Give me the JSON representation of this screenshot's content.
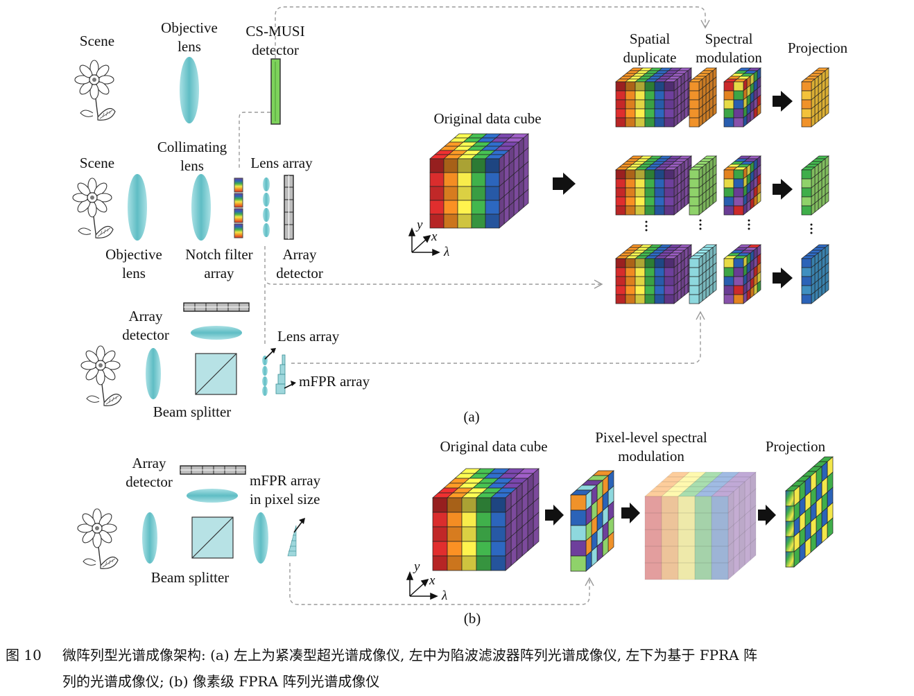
{
  "colors": {
    "rainbow": [
      "#d62c2c",
      "#ef8a22",
      "#f3e74a",
      "#3fae4a",
      "#2b63b8",
      "#6e3f9c",
      "#8f55b3"
    ],
    "lens": "#7cc9cf",
    "detector_green": "#7ed35c",
    "arrow": "#111111",
    "dash": "#9a9a9a",
    "cube_orange": "#f0922a",
    "cube_green": "#8fd26a",
    "cube_cyan": "#8ed8de"
  },
  "panel_a": {
    "top_row": {
      "scene": "Scene",
      "objective_lens": [
        "Objective",
        "lens"
      ],
      "detector": [
        "CS-MUSI",
        "detector"
      ]
    },
    "middle_row": {
      "scene": "Scene",
      "collimating_lens": [
        "Collimating",
        "lens"
      ],
      "lens_array": "Lens array",
      "objective_lens": [
        "Objective",
        "lens"
      ],
      "notch_filter": [
        "Notch filter",
        "array"
      ],
      "array_detector": [
        "Array",
        "detector"
      ]
    },
    "bottom_row": {
      "array_detector": [
        "Array",
        "detector"
      ],
      "lens_array": "Lens array",
      "mfpr_array": "mFPR array",
      "beam_splitter": "Beam splitter"
    },
    "cube_title": "Original data cube",
    "axes": {
      "y": "y",
      "x": "x",
      "lambda": "λ"
    },
    "headers": {
      "spatial": [
        "Spatial",
        "duplicate"
      ],
      "spectral": [
        "Spectral",
        "modulation"
      ],
      "projection": "Projection"
    },
    "tag": "(a)"
  },
  "panel_b": {
    "array_detector": [
      "Array",
      "detector"
    ],
    "mfpr_pixel": [
      "mFPR array",
      "in pixel size"
    ],
    "beam_splitter": "Beam splitter",
    "cube_title": "Original data cube",
    "modulation": [
      "Pixel-level spectral",
      "modulation"
    ],
    "projection": "Projection",
    "axes": {
      "y": "y",
      "x": "x",
      "lambda": "λ"
    },
    "tag": "(b)"
  },
  "caption": {
    "number": "图 10",
    "line1": "微阵列型光谱成像架构: (a) 左上为紧凑型超光谱成像仪, 左中为陷波滤波器阵列光谱成像仪, 左下为基于 FPRA 阵",
    "line2": "列的光谱成像仪; (b) 像素级 FPRA 阵列光谱成像仪"
  }
}
